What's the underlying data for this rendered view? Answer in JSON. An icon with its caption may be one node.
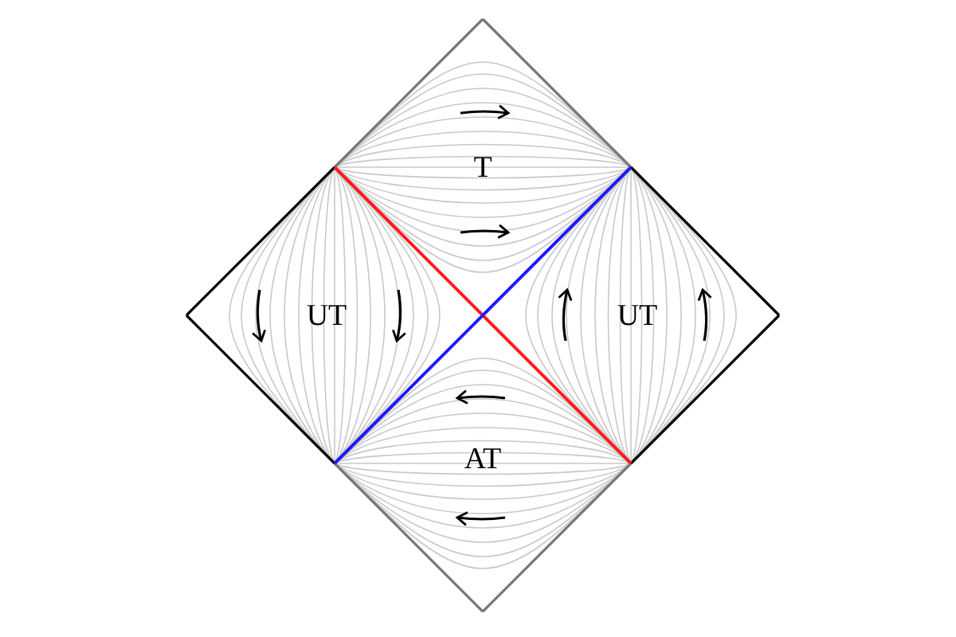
{
  "diagram": {
    "nodes": [
      {
        "text": [
          "T"
        ]
      },
      {
        "text": [
          "UT"
        ]
      },
      {
        "text": [
          "UT"
        ]
      },
      {
        "text": [
          "AT"
        ]
      }
    ]
  }
}
